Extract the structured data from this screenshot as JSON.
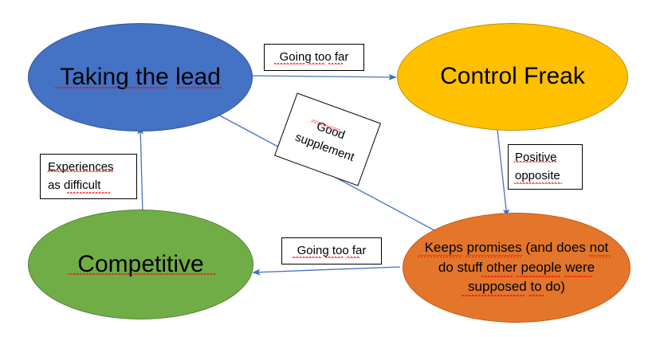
{
  "diagram": {
    "title": "Taking the lead / Control Freak behaviour quadrant diagram",
    "background": "#ffffff",
    "arrow_color": "#4472C4",
    "nodes": [
      {
        "id": "taking-the-lead",
        "label": "Taking the lead",
        "fill": "#4472C4",
        "stroke": "#2F5597",
        "shape": "ellipse",
        "spellcheck_underline": true
      },
      {
        "id": "control-freak",
        "label": "Control Freak",
        "fill": "#FFC000",
        "stroke": "#BF9000",
        "shape": "ellipse",
        "spellcheck_underline": false
      },
      {
        "id": "competitive",
        "label": "Competitive",
        "fill": "#70AD47",
        "stroke": "#548235",
        "shape": "ellipse",
        "spellcheck_underline": true
      },
      {
        "id": "keeps-promises",
        "label": "Keeps promises (and does not\ndo stuff other people were\nsupposed to do)",
        "fill": "#E3762B",
        "stroke": "#C45911",
        "shape": "ellipse",
        "spellcheck_underline": true
      }
    ],
    "edge_labels": [
      {
        "id": "going-too-far-top",
        "text": "Going too far",
        "from": "taking-the-lead",
        "to": "control-freak",
        "rotation": 0
      },
      {
        "id": "good-supplement",
        "text": "Good\nsupplement",
        "from": "taking-the-lead",
        "to": "keeps-promises",
        "rotation": 20
      },
      {
        "id": "positive-opposite",
        "text": "Positive\nopposite",
        "from": "control-freak",
        "to": "keeps-promises",
        "rotation": 0
      },
      {
        "id": "going-too-far-bottom",
        "text": "Going too far",
        "from": "keeps-promises",
        "to": "competitive",
        "rotation": 0
      },
      {
        "id": "experiences-as-difficult",
        "text": "Experiences\nas difficult",
        "from": "competitive",
        "to": "taking-the-lead",
        "rotation": 0
      }
    ],
    "arrows": [
      {
        "id": "arrow-lead-to-freak",
        "from": "taking-the-lead",
        "to": "control-freak"
      },
      {
        "id": "arrow-lead-to-promises",
        "from": "taking-the-lead",
        "to": "keeps-promises"
      },
      {
        "id": "arrow-freak-to-promises",
        "from": "control-freak",
        "to": "keeps-promises"
      },
      {
        "id": "arrow-promises-to-competitive",
        "from": "keeps-promises",
        "to": "competitive"
      },
      {
        "id": "arrow-competitive-to-lead",
        "from": "competitive",
        "to": "taking-the-lead"
      }
    ]
  }
}
